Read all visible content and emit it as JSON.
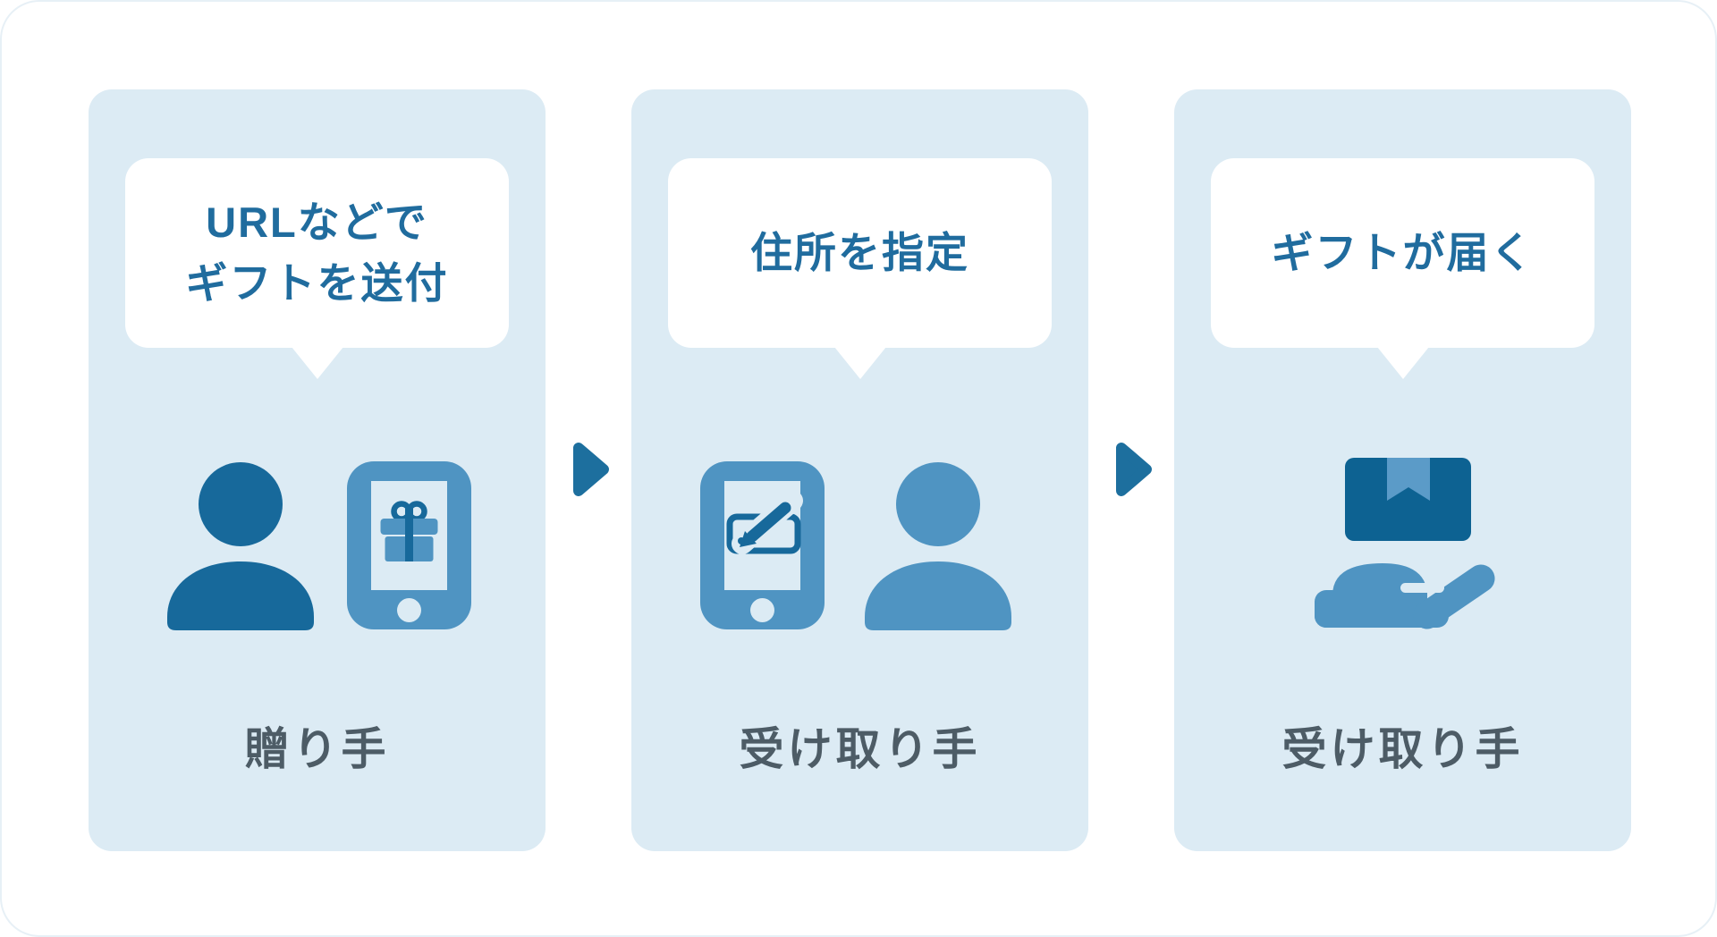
{
  "diagram": {
    "title_implicit": "e-gift flow",
    "steps": [
      {
        "bubble_lines": [
          "URLなどで",
          "ギフトを送付"
        ],
        "label": "贈り手",
        "icons": [
          "person-icon (dark)",
          "smartphone-gift-icon"
        ]
      },
      {
        "bubble_lines": [
          "住所を指定"
        ],
        "label": "受け取り手",
        "icons": [
          "smartphone-address-edit-icon",
          "person-icon (medium)"
        ]
      },
      {
        "bubble_lines": [
          "ギフトが届く"
        ],
        "label": "受け取り手",
        "icons": [
          "package-on-hand-icon"
        ]
      }
    ],
    "arrows": 2,
    "colors": {
      "page_bg": "#ffffff",
      "panel_bg": "#dcebf4",
      "bubble_bg": "#ffffff",
      "headline_text": "#206c9e",
      "icon_dark_blue": "#17699b",
      "icon_medium_blue": "#4f94c2",
      "package_dark_blue": "#0d6292",
      "package_ribbon_blue": "#5b9bc8",
      "label_gray": "#4d5c66",
      "arrow_blue": "#1d6f9e"
    }
  }
}
